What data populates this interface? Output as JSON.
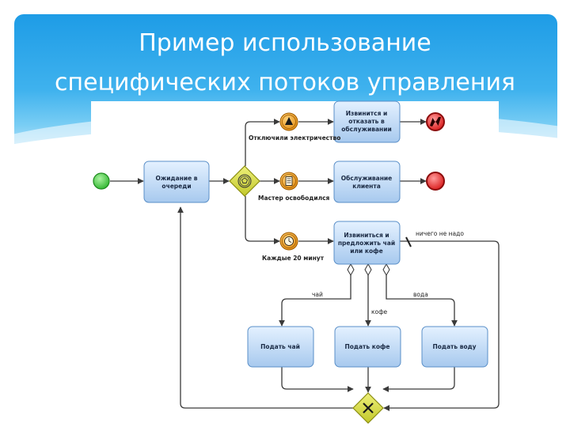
{
  "slide": {
    "title_line1": "Пример использование",
    "title_line2": "специфических потоков управления"
  },
  "diagram": {
    "tasks": {
      "wait": [
        "Ожидание в",
        "очереди"
      ],
      "refuse": [
        "Извинится и",
        "отказать в",
        "обслуживании"
      ],
      "serve": [
        "Обслуживание",
        "клиента"
      ],
      "offer": [
        "Извиниться и",
        "предложить чай",
        "или кофе"
      ],
      "tea": [
        "Подать чай"
      ],
      "coffee": [
        "Подать кофе"
      ],
      "water": [
        "Подать воду"
      ]
    },
    "event_labels": {
      "power_off": "Отключили электричество",
      "master_free": "Мастер освободился",
      "every_20": "Каждые 20 минут"
    },
    "flow_labels": {
      "nothing": "ничего не надо",
      "tea": "чай",
      "coffee": "кофе",
      "water": "вода"
    },
    "colors": {
      "start": "#33cc33",
      "end_error": "#e02020",
      "end_plain": "#e02020",
      "gateway": "#d8dc3a",
      "intermediate": "#f0a020",
      "task_top": "#ddeeff",
      "task_bottom": "#a9ccf0",
      "task_border": "#5a8fc8"
    },
    "icons": {
      "start_event": "start-circle",
      "gateway_event": "pentagon-event-gateway",
      "signal": "triangle-signal",
      "conditional": "document-lines",
      "timer": "clock",
      "error_end": "lightning",
      "end": "filled-circle",
      "merge_gateway": "x-exclusive"
    }
  }
}
